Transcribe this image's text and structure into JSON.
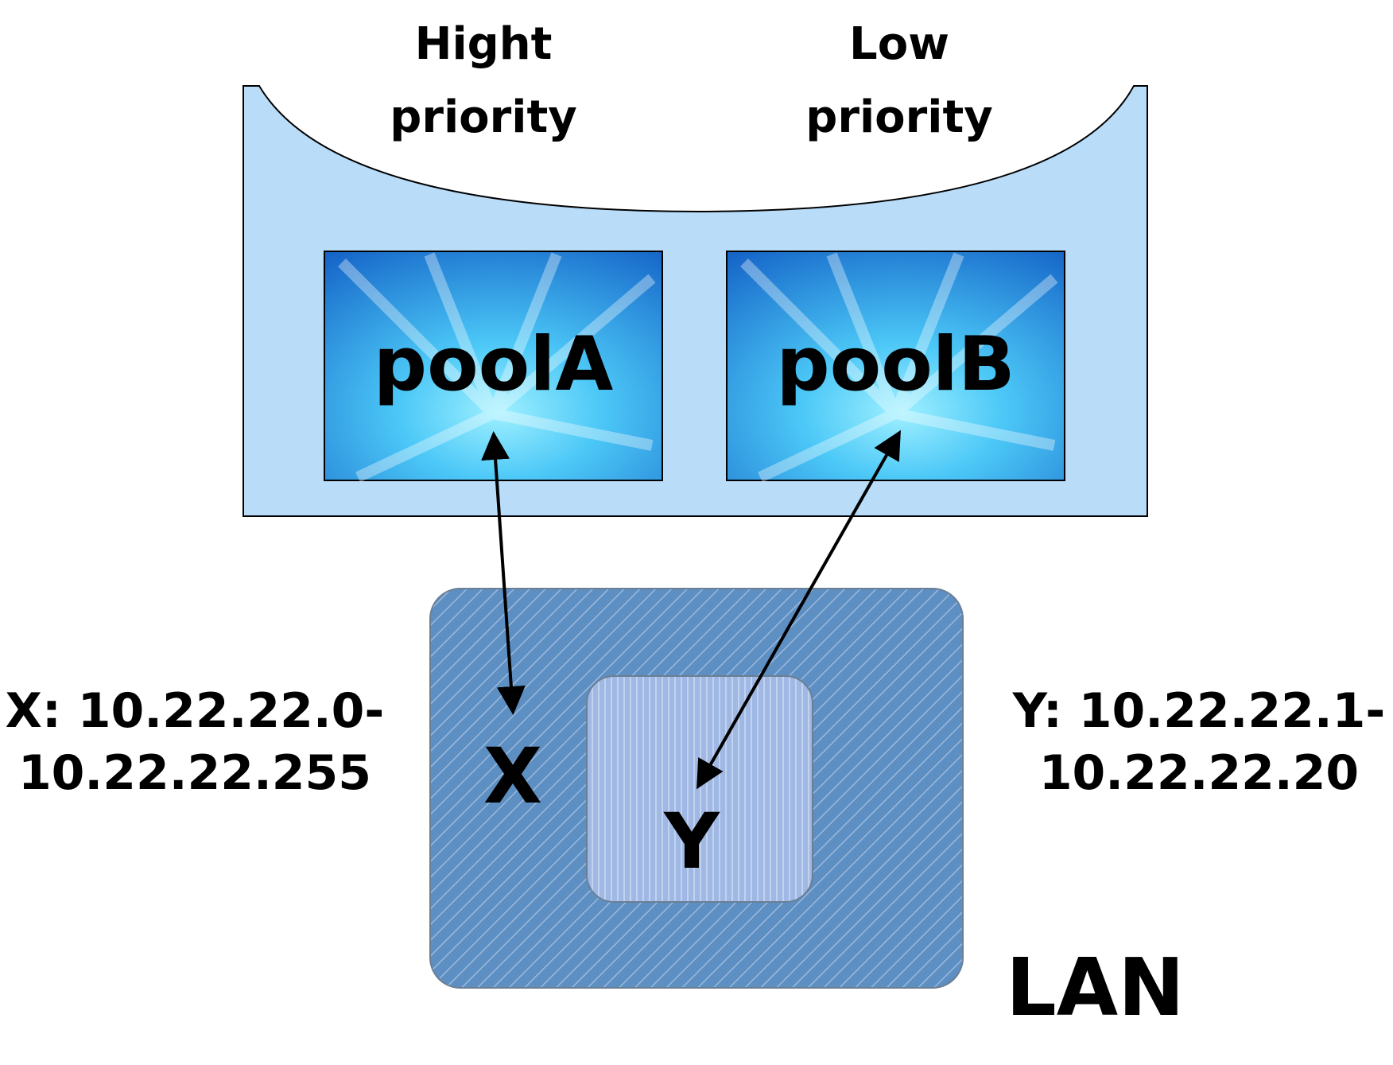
{
  "header": {
    "high_priority": "Hight priority",
    "low_priority": "Low priority"
  },
  "pools": {
    "pool_a": "poolA",
    "pool_b": "poolB"
  },
  "lan": {
    "label": "LAN",
    "x_label": "X",
    "y_label": "Y"
  },
  "ranges": {
    "x_range": "X: 10.22.22.0-\n10.22.22.255",
    "y_range": "Y: 10.22.22.1-\n10.22.22.20"
  },
  "colors": {
    "server_panel": "#b9dcf8",
    "pool_fill_dark": "#1a74d6",
    "pool_fill_light": "#5fd4ff",
    "lan_fill": "#5a8ec4",
    "subnet_fill": "#a9bfe6",
    "stroke": "#000000"
  },
  "icons": {
    "arrow": "double-headed-arrow"
  }
}
